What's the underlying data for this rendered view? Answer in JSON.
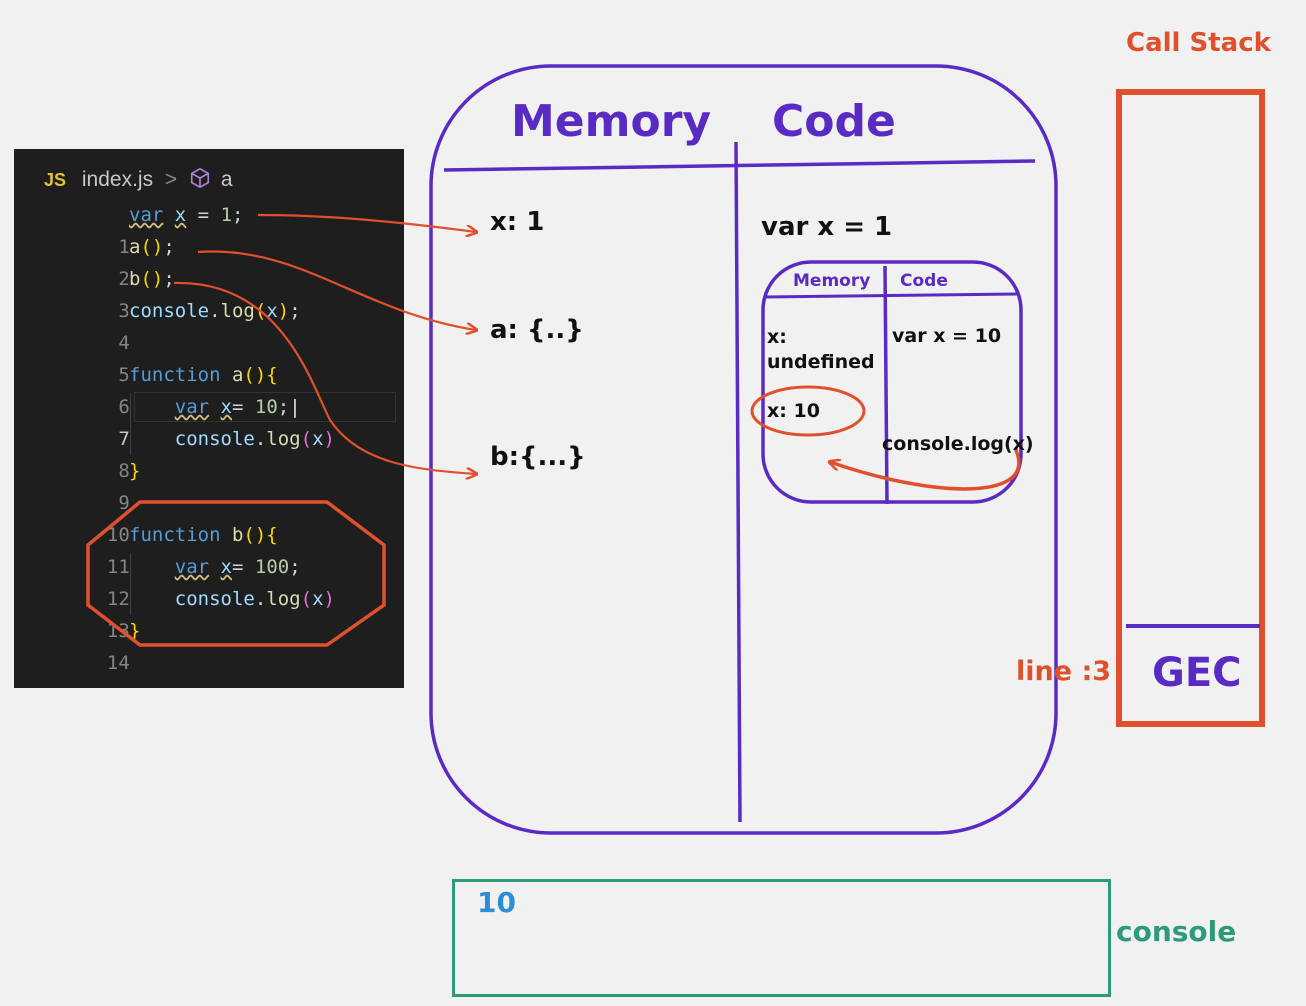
{
  "editor": {
    "breadcrumb": {
      "lang": "JS",
      "file": "index.js",
      "separator": ">",
      "symbol": "a"
    },
    "lines": [
      {
        "num": "1"
      },
      {
        "num": "2"
      },
      {
        "num": "3"
      },
      {
        "num": "4"
      },
      {
        "num": "5"
      },
      {
        "num": "6"
      },
      {
        "num": "7"
      },
      {
        "num": "8"
      },
      {
        "num": "9"
      },
      {
        "num": "10"
      },
      {
        "num": "11"
      },
      {
        "num": "12"
      },
      {
        "num": "13"
      },
      {
        "num": "14"
      }
    ],
    "tokens": {
      "var": "var",
      "function": "function",
      "console": "console",
      "log": "log",
      "x": "x",
      "a": "a",
      "b": "b",
      "one": "1",
      "ten": "10",
      "hundred": "100"
    }
  },
  "context": {
    "memory_heading": "Memory",
    "code_heading": "Code",
    "memory_entries": [
      "x: 1",
      "a: {..}",
      "b:{...}"
    ],
    "code_line": "var x = 1"
  },
  "inner_context": {
    "memory_heading": "Memory",
    "code_heading": "Code",
    "memory_entry_1": "x:",
    "memory_entry_2": "undefined",
    "memory_entry_3": "x: 10",
    "code_line_1": "var x = 10",
    "code_line_2": "console.log(x)"
  },
  "call_stack": {
    "title": "Call Stack",
    "frame": "GEC",
    "line_indicator": "line :3"
  },
  "console": {
    "label": "console",
    "output": "10"
  },
  "colors": {
    "purple": "#5a2bc4",
    "red": "#e0502c",
    "green": "#2e9a7c",
    "blue": "#2a8fd6",
    "editor_bg": "#1e1e1e"
  }
}
